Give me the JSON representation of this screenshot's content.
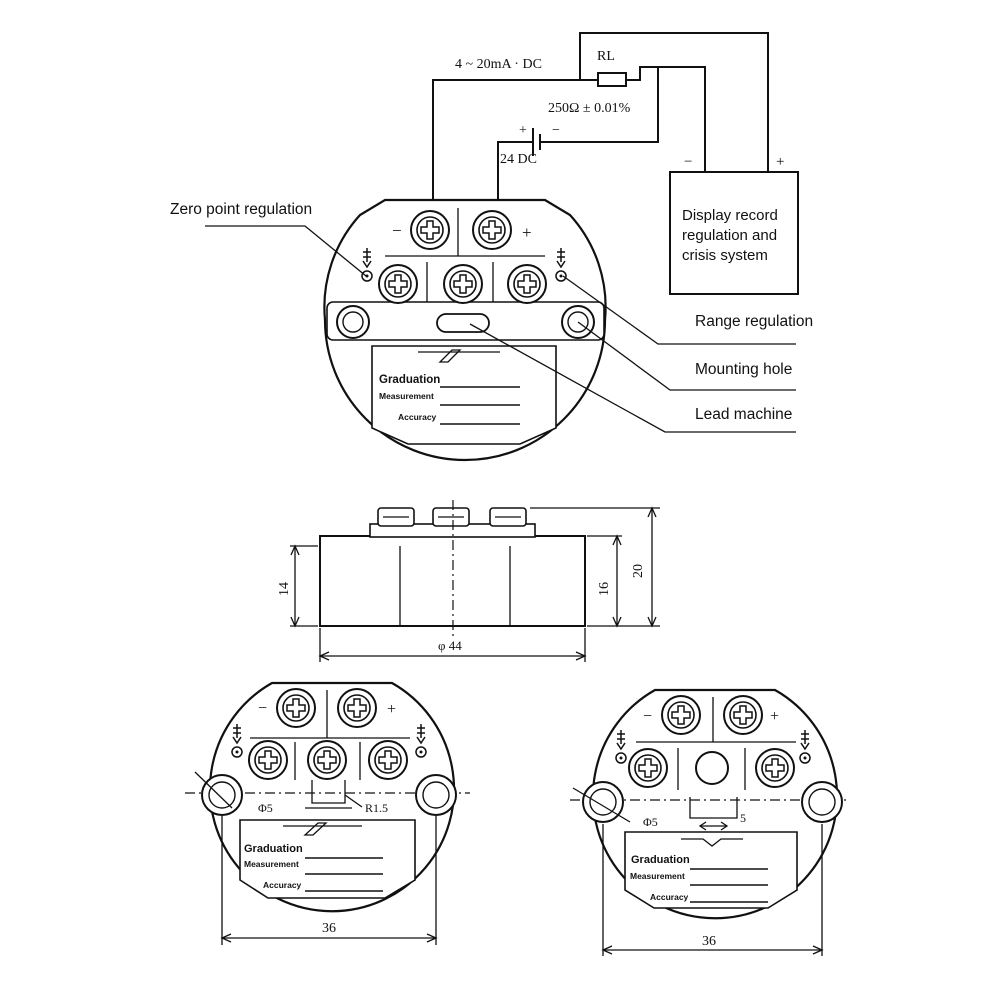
{
  "circuit": {
    "current_label": "4 ~ 20mA · DC",
    "resistor_label": "RL",
    "resistor_value": "250Ω ± 0.01%",
    "supply_label": "24 DC",
    "plus": "+",
    "minus": "−"
  },
  "display_box": {
    "line1": "Display record",
    "line2": "regulation and",
    "line3": "crisis system"
  },
  "callouts": {
    "zero_point": "Zero point regulation",
    "range": "Range regulation",
    "mounting_hole": "Mounting hole",
    "lead_machine": "Lead machine"
  },
  "nameplate": {
    "graduation": "Graduation",
    "measurement": "Measurement",
    "accuracy": "Accuracy"
  },
  "dimensions": {
    "height_body": "14",
    "height_with_terminals": "16",
    "height_total": "20",
    "diameter": "φ 44",
    "hole_diameter": "Φ5",
    "slot_radius": "R1.5",
    "slot_width": "5",
    "hole_spacing": "36"
  }
}
